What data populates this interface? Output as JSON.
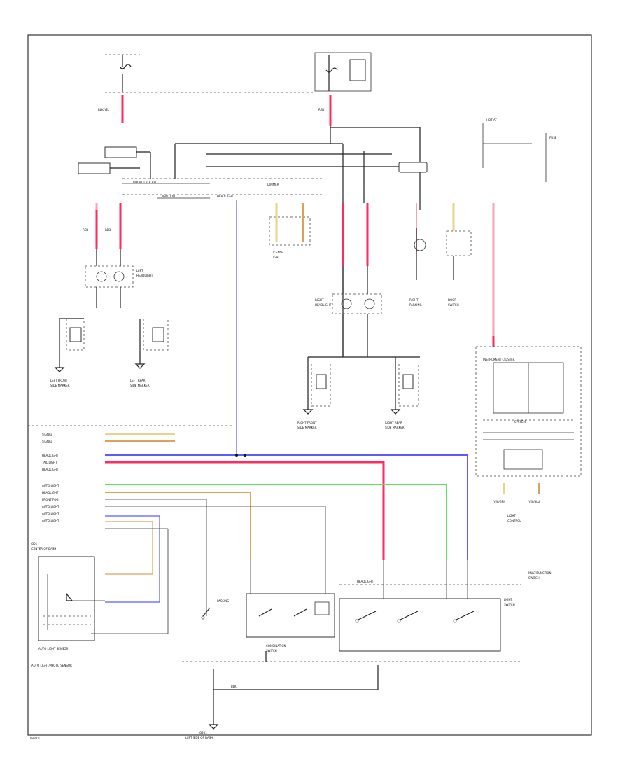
{
  "diagram": {
    "type": "automotive wiring schematic",
    "labels": {
      "left_panel_title": "AUTO LIGHT SENSOR",
      "left_panel_note": "AUTO LIGHT/PHOTO SENSOR",
      "bottom_ground": "G201",
      "bottom_ground_note": "LEFT SIDE OF DASH",
      "footer_code": "TS0401"
    },
    "colors": {
      "wire_black": "#222222",
      "wire_red": "#ff2b5e",
      "wire_pink": "#f7a3b4",
      "wire_blue": "#5b5bff",
      "wire_green": "#5ce35c",
      "wire_orange": "#d9a35a",
      "wire_yellow": "#e7d48a",
      "background": "#ffffff"
    },
    "icons": [
      "ground-symbol",
      "bulb-symbol",
      "switch-contact",
      "relay-coil",
      "connector-dot"
    ]
  }
}
